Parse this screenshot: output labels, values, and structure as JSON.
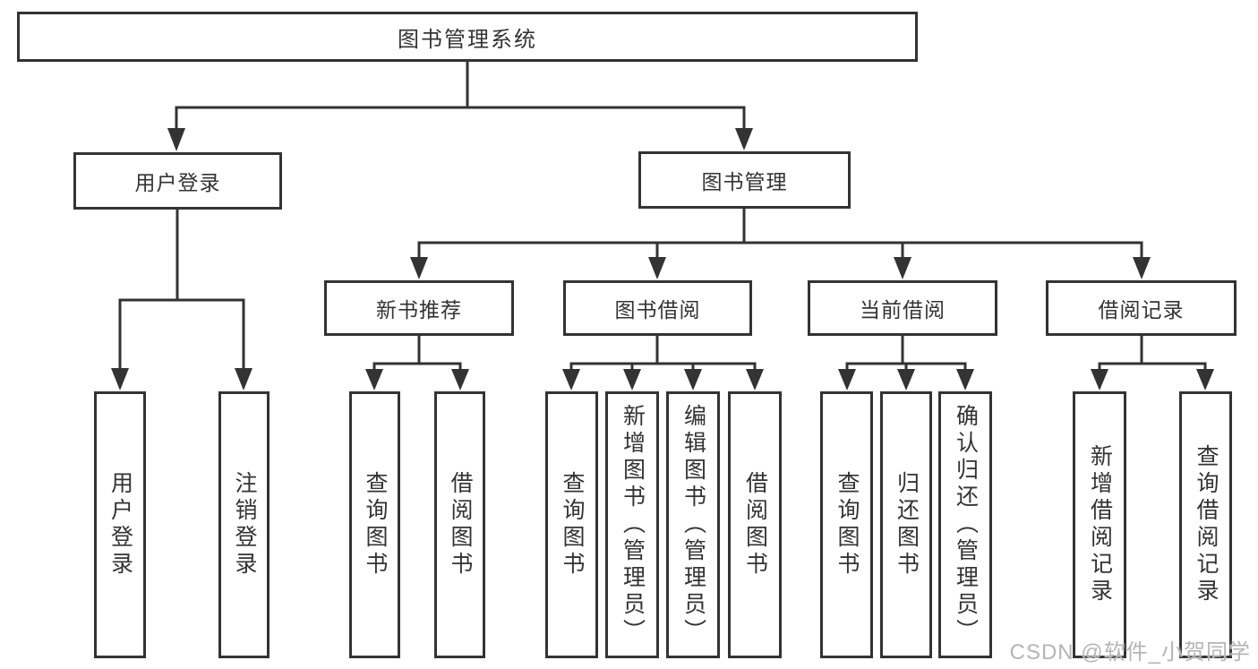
{
  "diagram": {
    "type": "hierarchy-tree",
    "line_color": "#333333",
    "box_border_color": "#333333",
    "box_fill_color": "#ffffff",
    "text_color": "#333333",
    "background_color": "#ffffff"
  },
  "tree": {
    "root": {
      "label": "图书管理系统"
    },
    "branches": [
      {
        "label": "用户登录",
        "children": [
          {
            "label": "用户登录"
          },
          {
            "label": "注销登录"
          }
        ]
      },
      {
        "label": "图书管理",
        "children": [
          {
            "label": "新书推荐",
            "children": [
              {
                "label": "查询图书"
              },
              {
                "label": "借阅图书"
              }
            ]
          },
          {
            "label": "图书借阅",
            "children": [
              {
                "label": "查询图书"
              },
              {
                "label": "新增图书（管理员）"
              },
              {
                "label": "编辑图书（管理员）"
              },
              {
                "label": "借阅图书"
              }
            ]
          },
          {
            "label": "当前借阅",
            "children": [
              {
                "label": "查询图书"
              },
              {
                "label": "归还图书"
              },
              {
                "label": "确认归还（管理员）"
              }
            ]
          },
          {
            "label": "借阅记录",
            "children": [
              {
                "label": "新增借阅记录"
              },
              {
                "label": "查询借阅记录"
              }
            ]
          }
        ]
      }
    ]
  },
  "watermark": {
    "text": "CSDN @软件_小贺同学",
    "color": "#b5b5b5"
  }
}
